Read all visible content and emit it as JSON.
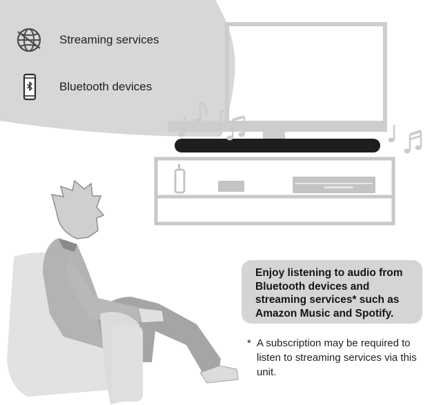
{
  "sources": {
    "streaming": {
      "label": "Streaming services",
      "icon": "globe-icon"
    },
    "bluetooth": {
      "label": "Bluetooth devices",
      "icon": "bluetooth-phone-icon"
    }
  },
  "callout": {
    "text": "Enjoy listening to audio from Bluetooth devices and streaming services* such as Amazon Music and Spotify."
  },
  "footnote": {
    "mark": "*",
    "text": "A subscription may be required to listen to streaming services via this unit."
  },
  "colors": {
    "bubble": "#d7d7d7",
    "tv_frame": "#cdcdcd",
    "soundbar": "#1e1e1e",
    "furniture": "#c8c8c8",
    "callout_bg": "#d5d5d5"
  }
}
